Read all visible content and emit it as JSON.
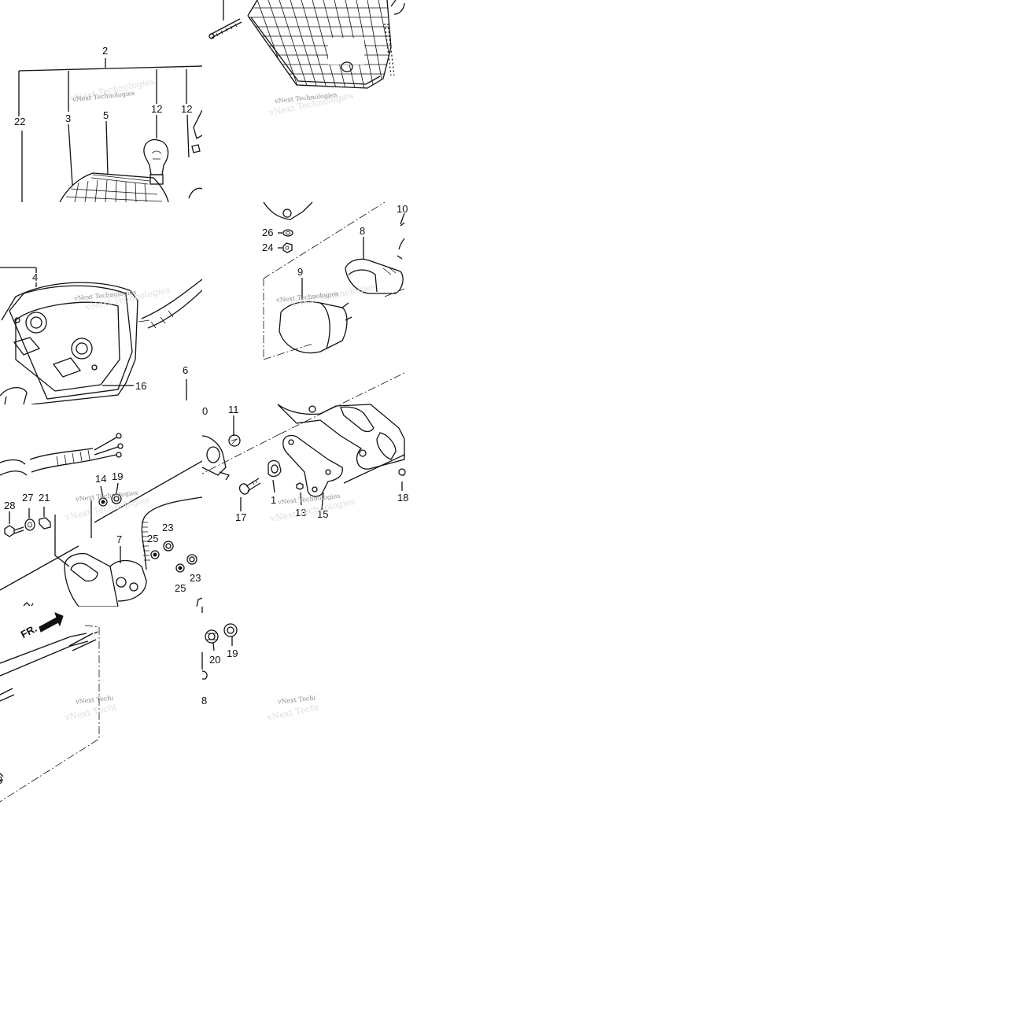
{
  "watermark": "vNext Technologies",
  "watermark_partial": "vNext Techi",
  "front_indicator": "FR.",
  "labels": {
    "t1": [
      "2",
      "22",
      "3",
      "5",
      "12",
      "12"
    ],
    "t3": [
      "4",
      "6",
      "16"
    ],
    "t4": [
      "26",
      "24",
      "9",
      "8",
      "10"
    ],
    "t5": [
      "14",
      "19",
      "28",
      "27",
      "21",
      "7",
      "25",
      "23",
      "25",
      "23"
    ],
    "t6": [
      "0",
      "11",
      "17",
      "1",
      "13",
      "15",
      "18"
    ],
    "t8": [
      "20",
      "19",
      "8"
    ],
    "t7": [
      "3"
    ]
  }
}
